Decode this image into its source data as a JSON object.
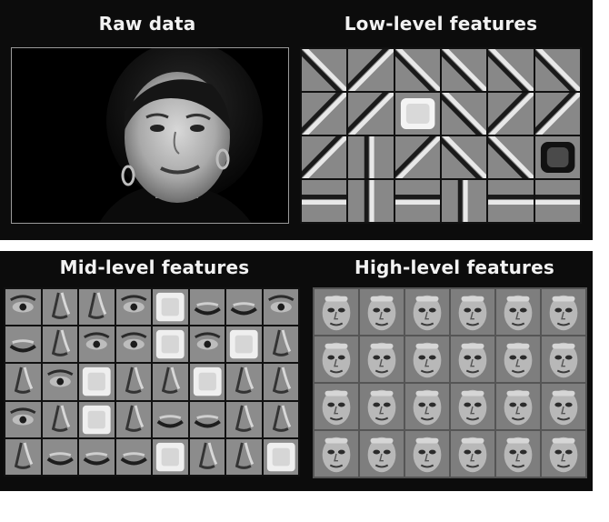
{
  "panels": {
    "raw": {
      "title": "Raw data"
    },
    "low": {
      "title": "Low-level features",
      "rows": [
        [
          "edge-diag-left",
          "edge-diag-right",
          "edge-diag-left",
          "edge-diag-left",
          "edge-diag-left",
          "edge-diag-left"
        ],
        [
          "edge-diag-right",
          "edge-diag-right",
          "blob-light",
          "edge-diag-left",
          "edge-diag-right",
          "edge-diag-right"
        ],
        [
          "edge-diag-right",
          "edge-vertical",
          "edge-diag-right",
          "edge-diag-left",
          "edge-diag-left",
          "blob-dark"
        ],
        [
          "edge-horizontal",
          "edge-vertical",
          "edge-horizontal",
          "edge-vertical",
          "edge-horizontal",
          "edge-horizontal"
        ]
      ]
    },
    "mid": {
      "title": "Mid-level features",
      "rows": [
        [
          "eye",
          "nose-part",
          "nose-part",
          "eye",
          "light-patch",
          "mouth",
          "mouth",
          "eye"
        ],
        [
          "mouth",
          "nose-part",
          "eye",
          "eye",
          "light-patch",
          "eye",
          "light-patch",
          "nose-part"
        ],
        [
          "nose-part",
          "eye",
          "light-patch",
          "nose-part",
          "nose-part",
          "light-patch",
          "nose-part",
          "nose-part"
        ],
        [
          "eye",
          "nose-part",
          "light-patch",
          "nose-part",
          "mouth",
          "mouth",
          "nose-part",
          "nose-part"
        ],
        [
          "nose-part",
          "mouth",
          "mouth",
          "mouth",
          "light-patch",
          "nose-part",
          "nose-part",
          "light-patch"
        ]
      ]
    },
    "high": {
      "title": "High-level features",
      "rows": [
        [
          "face",
          "face",
          "face",
          "face",
          "face",
          "face"
        ],
        [
          "face",
          "face",
          "face",
          "face",
          "face",
          "face"
        ],
        [
          "face",
          "face",
          "face",
          "face",
          "face",
          "face"
        ],
        [
          "face",
          "face",
          "face",
          "face",
          "face",
          "face"
        ]
      ]
    }
  }
}
